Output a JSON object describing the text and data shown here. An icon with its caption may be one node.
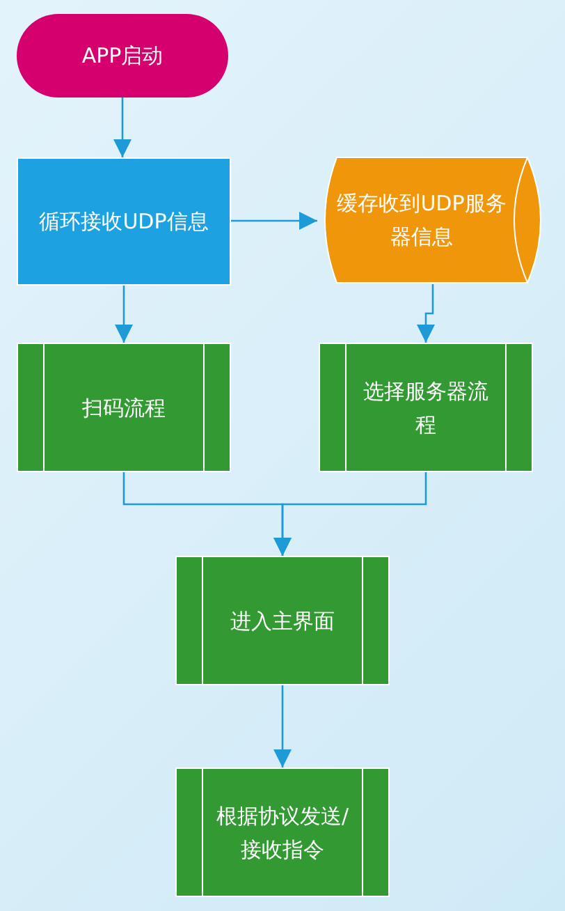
{
  "diagram": {
    "nodes": [
      {
        "text": [
          "APP启动"
        ]
      },
      {
        "text": [
          "循环接收UDP信息"
        ]
      },
      {
        "text": [
          "缓存收到UDP服务器信息"
        ]
      },
      {
        "text": [
          "扫码流程"
        ]
      },
      {
        "text": [
          "选择服务器流程"
        ]
      },
      {
        "text": [
          "进入主界面"
        ]
      },
      {
        "text": [
          "根据协议发送/接收指令"
        ]
      }
    ],
    "edges": [
      {
        "from": 0,
        "to": 1,
        "arrow": "to"
      },
      {
        "from": 1,
        "to": 2,
        "arrow": "to"
      },
      {
        "from": 1,
        "to": 3,
        "arrow": "to"
      },
      {
        "from": 2,
        "to": 4,
        "arrow": "to"
      },
      {
        "from": 3,
        "to": 5,
        "arrow": "to"
      },
      {
        "from": 4,
        "to": 5,
        "arrow": "to"
      },
      {
        "from": 5,
        "to": 6,
        "arrow": "to"
      }
    ]
  }
}
